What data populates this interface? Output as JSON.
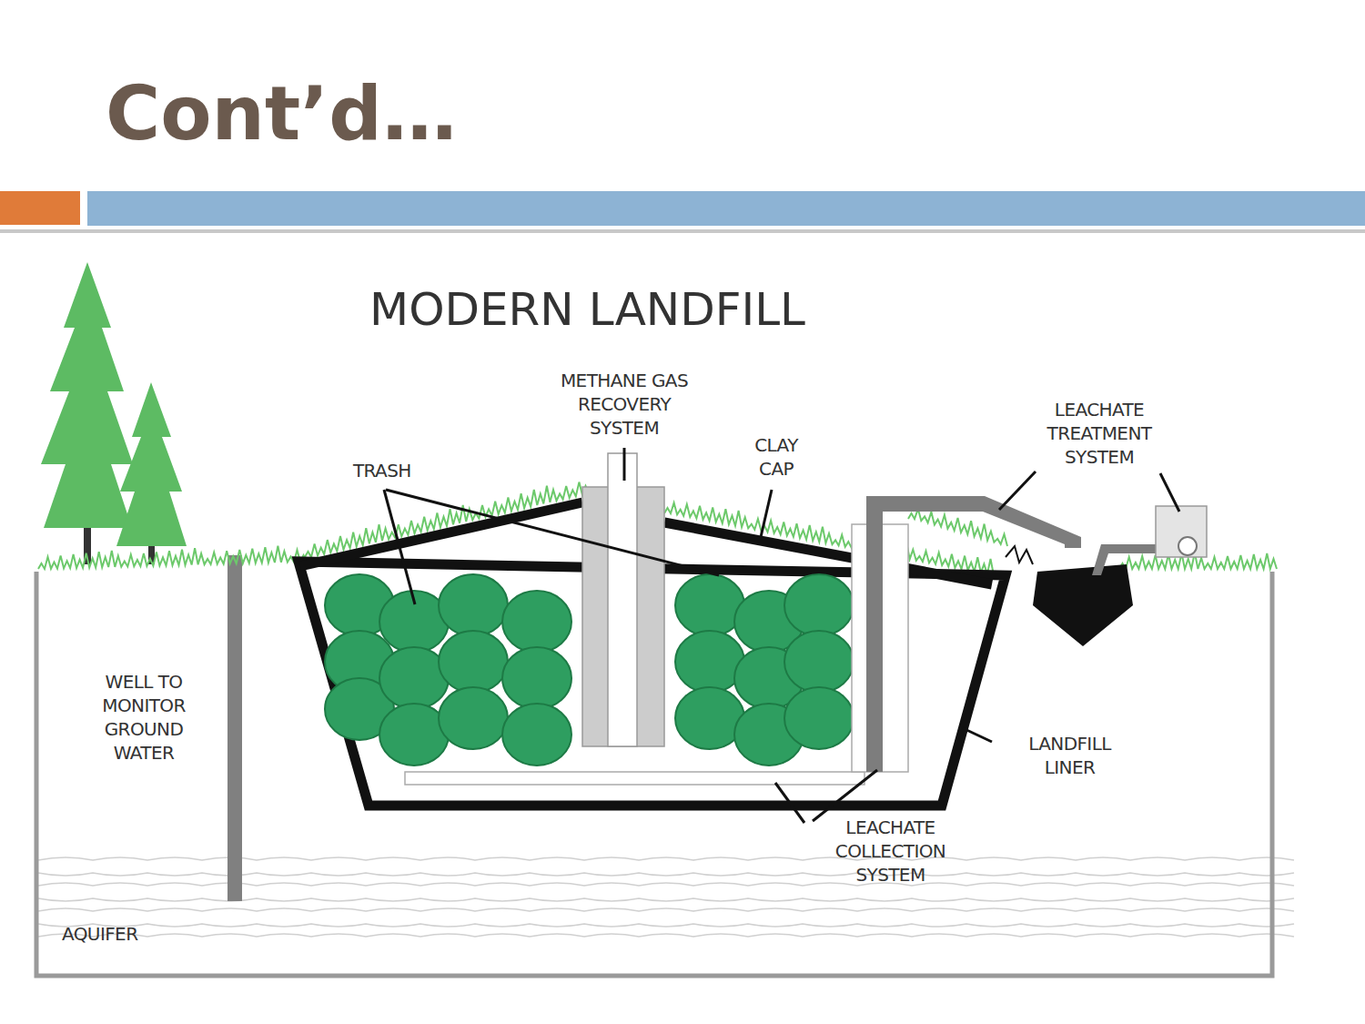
{
  "diagram": {
    "title": "MODERN LANDFILL",
    "labels": [
      "Cont’d…",
      "METHANE GAS RECOVERY SYSTEM",
      "TRASH",
      "CLAY CAP",
      "LEACHATE TREATMENT SYSTEM",
      "WELL TO MONITOR GROUND WATER",
      "LANDFILL LINER",
      "LEACHATE COLLECTION SYSTEM",
      "AQUIFER"
    ]
  }
}
